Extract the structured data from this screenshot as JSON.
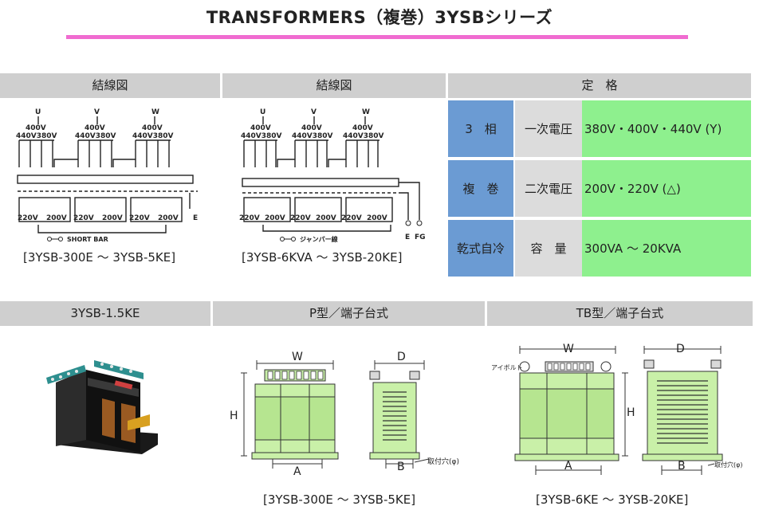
{
  "title": "TRANSFORMERS（複巻）3YSBシリーズ",
  "top_headers": {
    "wiring1": "結線図",
    "wiring2": "結線図",
    "rating": "定　格"
  },
  "wiring1": {
    "phases": [
      "U",
      "V",
      "W"
    ],
    "in_v1": "400V",
    "in_v2": "440V380V",
    "out_a": "220V",
    "out_b": "200V",
    "earth": "E",
    "legend": "SHORT BAR",
    "caption": "[3YSB-300E ～ 3YSB-5KE]"
  },
  "wiring2": {
    "phases": [
      "U",
      "V",
      "W"
    ],
    "in_v1": "400V",
    "in_v2": "440V380V",
    "out_a": "220V",
    "out_b": "200V",
    "earth": "E",
    "fg": "FG",
    "legend": "ジャンパー線",
    "caption": "[3YSB-6KVA ～ 3YSB-20KE]"
  },
  "rating_rows": [
    {
      "label": "3　相",
      "item": "一次電圧",
      "value": "380V・400V・440V (Y)"
    },
    {
      "label": "複　巻",
      "item": "二次電圧",
      "value": "200V・220V (△)"
    },
    {
      "label": "乾式自冷",
      "item": "容　量",
      "value": "300VA ～ 20KVA"
    }
  ],
  "bottom_headers": {
    "photo": "3YSB-1.5KE",
    "ptype": "P型／端子台式",
    "tbtype": "TB型／端子台式"
  },
  "ptype": {
    "w": "W",
    "d": "D",
    "h": "H",
    "a": "A",
    "b": "B",
    "hole": "取付穴(φ)",
    "caption": "[3YSB-300E ～ 3YSB-5KE]"
  },
  "tbtype": {
    "w": "W",
    "d": "D",
    "h": "H",
    "a": "A",
    "b": "B",
    "bolt": "アイボルト",
    "hole": "取付穴(φ)",
    "caption": "[3YSB-6KE ～ 3YSB-20KE]"
  },
  "colors": {
    "accent_line": "#f06bd0",
    "header_bg": "#cfcfcf",
    "blue_cell": "#6b9bd3",
    "grey_cell": "#dcdcdc",
    "green_cell": "#8ef08e",
    "core_green": "#c9f0a8"
  }
}
